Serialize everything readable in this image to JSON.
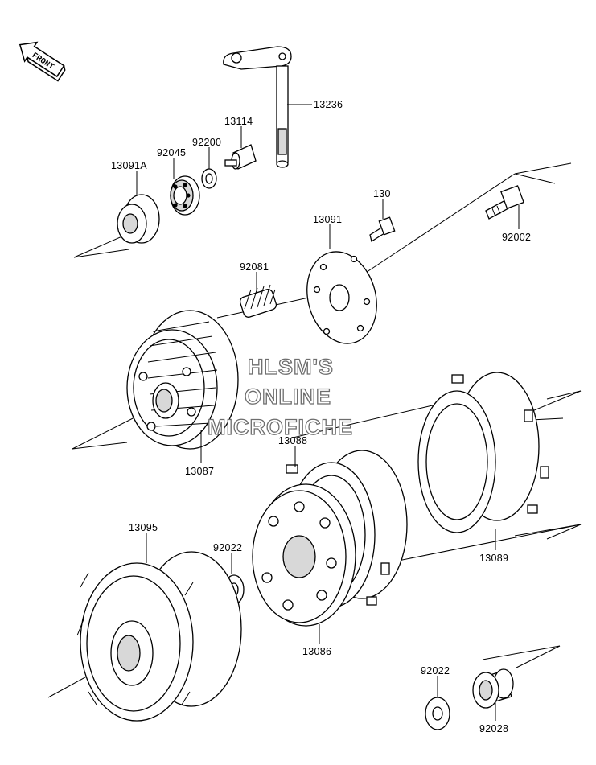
{
  "front_marker": "FRONT",
  "watermark": [
    "HLSM'S",
    "ONLINE",
    "MICROFICHE"
  ],
  "labels": {
    "p13236": "13236",
    "p13114": "13114",
    "p92200": "92200",
    "p92045": "92045",
    "p13091A": "13091A",
    "p130": "130",
    "p92002": "92002",
    "p13091": "13091",
    "p92081": "92081",
    "p13087": "13087",
    "p13088": "13088",
    "p13089": "13089",
    "p13095": "13095",
    "p92022a": "92022",
    "p13086": "13086",
    "p92022b": "92022",
    "p92028": "92028"
  }
}
